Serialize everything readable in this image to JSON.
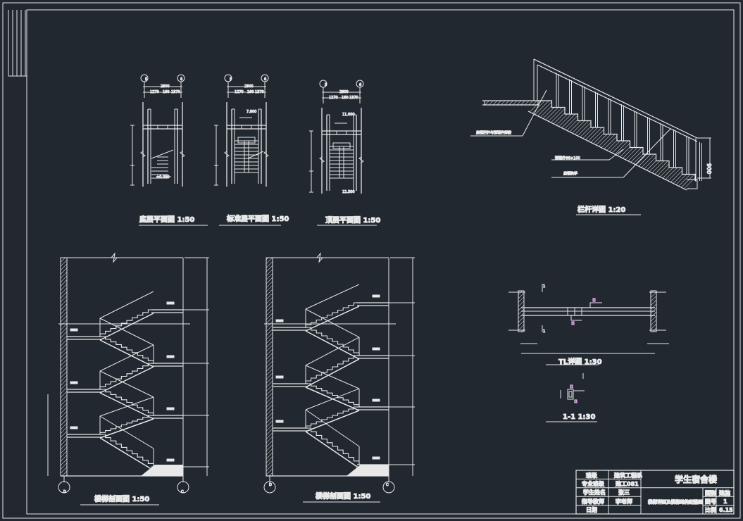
{
  "drawing": {
    "colors": {
      "background": "#212830",
      "line": "#e8e8e8",
      "accent": "#ff00ff"
    },
    "plans": [
      {
        "title": "底层平面图 1:50",
        "axis_left": "5",
        "axis_right": "6",
        "dim_total": "2800",
        "dim_parts": [
          "1270",
          "160",
          "1370"
        ],
        "level": "±0.000"
      },
      {
        "title": "标准层平面图 1:50",
        "axis_left": "5",
        "axis_right": "6",
        "dim_total": "2800",
        "dim_parts": [
          "1270",
          "160",
          "1370"
        ],
        "level": "7.800"
      },
      {
        "title": "顶层平面图 1:50",
        "axis_left": "5",
        "axis_right": "6",
        "dim_total": "2800",
        "dim_parts": [
          "1270",
          "160",
          "1370"
        ],
        "level_top": "11.000",
        "level_bottom": "12.300"
      }
    ],
    "railing_detail": {
      "title": "栏杆详图 1:20",
      "notes": [
        "扁钢栏杆与预埋件焊接",
        "预埋件Φ8×100",
        "扁钢扶手"
      ],
      "height": "900"
    },
    "sections": [
      {
        "title": "楼梯剖面图 1:50",
        "axis_left": "D",
        "axis_right": "C"
      },
      {
        "title": "楼梯剖面图 1:50",
        "axis_left": "D",
        "axis_right": "C"
      }
    ],
    "beam_detail": {
      "title": "TL详图 1:30",
      "section_mark": "1"
    },
    "section_1_1": {
      "title": "1-1  1:30"
    },
    "title_block": {
      "project": "学生宿舍楼",
      "drawing_name": "楼梯详图及楼梯结构配筋图",
      "rows": [
        {
          "label": "班级",
          "value": "建筑工程系"
        },
        {
          "label": "专业班级",
          "value": "建工081"
        },
        {
          "label": "学生姓名",
          "value": "张三"
        },
        {
          "label": "指导教师",
          "value": "李老师"
        },
        {
          "label": "日期",
          "value": ""
        }
      ],
      "meta": [
        {
          "label": "图别",
          "value": "建施"
        },
        {
          "label": "图号",
          "value": "1"
        },
        {
          "label": "比例",
          "value": "6.15"
        }
      ]
    }
  }
}
